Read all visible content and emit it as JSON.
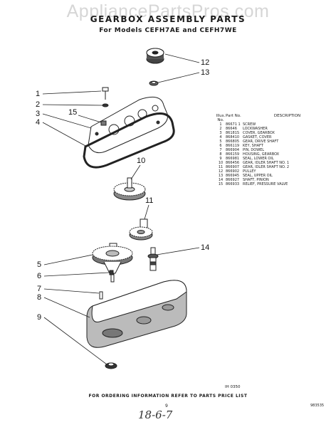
{
  "watermark": "AppliancePartsPros.com",
  "header": {
    "title": "GEARBOX ASSEMBLY PARTS",
    "subtitle": "For Models CEFH7AE and CEFH7WE"
  },
  "callouts": [
    "1",
    "2",
    "3",
    "4",
    "5",
    "6",
    "7",
    "8",
    "9",
    "10",
    "11",
    "12",
    "13",
    "14",
    "15"
  ],
  "parts_table": {
    "header_col1": "Illus. No.",
    "header_col2": "Part No.",
    "header_col3": "DESCRIPTION",
    "rows": [
      {
        "no": "1",
        "part": "86671 1",
        "desc": "SCREW"
      },
      {
        "no": "2",
        "part": "86646",
        "desc": "LOCKWASHER"
      },
      {
        "no": "3",
        "part": "86181S",
        "desc": "COVER, GEARBOX"
      },
      {
        "no": "4",
        "part": "868410",
        "desc": "GASKET, COVER"
      },
      {
        "no": "5",
        "part": "866805",
        "desc": "GEAR, DRIVE SHAFT"
      },
      {
        "no": "6",
        "part": "866119",
        "desc": "KEY, SHAFT"
      },
      {
        "no": "7",
        "part": "866904",
        "desc": "PIN, DOWEL"
      },
      {
        "no": "8",
        "part": "866159",
        "desc": "HOUSING, GEARBOX"
      },
      {
        "no": "9",
        "part": "866981",
        "desc": "SEAL, LOWER OIL"
      },
      {
        "no": "10",
        "part": "866456",
        "desc": "GEAR, IDLER SHAFT NO. 1"
      },
      {
        "no": "11",
        "part": "866907",
        "desc": "GEAR, IDLER SHAFT NO. 2"
      },
      {
        "no": "12",
        "part": "866902",
        "desc": "PULLEY"
      },
      {
        "no": "13",
        "part": "866945",
        "desc": "SEAL, UPPER OIL"
      },
      {
        "no": "14",
        "part": "866927",
        "desc": "SHAFT, PINION"
      },
      {
        "no": "15",
        "part": "866933",
        "desc": "RELIEF, PRESSURE VALVE"
      }
    ]
  },
  "diagram_ref": "IH 0350",
  "footer_note": "FOR ORDERING INFORMATION REFER TO PARTS PRICE LIST",
  "page_number": "9",
  "doc_number": "983535",
  "handwritten_note": "18-6-7"
}
